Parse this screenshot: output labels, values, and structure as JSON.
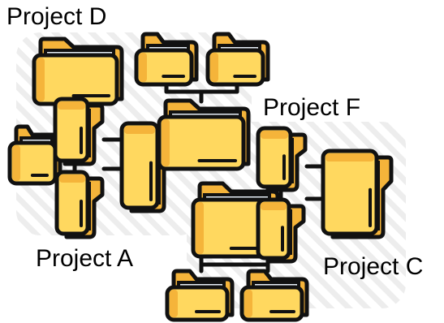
{
  "labels": {
    "project_d": "Project D",
    "project_f": "Project F",
    "project_a": "Project A",
    "project_c": "Project C"
  },
  "colors": {
    "folder_fill": "#FFD85F",
    "folder_shade": "#F5B43A",
    "paper": "#E6EEF7",
    "outline": "#111111",
    "hatch": "#EDEDED"
  },
  "icons": [
    "folder-icon",
    "connector-line"
  ]
}
